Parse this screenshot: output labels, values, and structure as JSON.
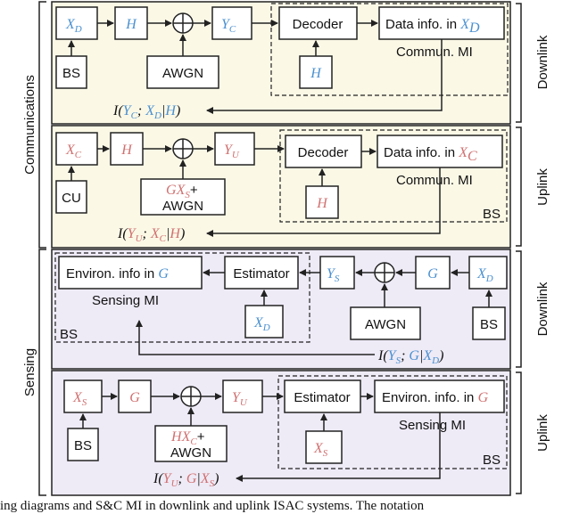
{
  "labels": {
    "communications": "Communications",
    "sensing": "Sensing",
    "downlink": "Downlink",
    "uplink": "Uplink",
    "bs": "BS",
    "cu": "CU",
    "awgn": "AWGN",
    "decoder": "Decoder",
    "estimator": "Estimator",
    "commun_mi": "Commun. MI",
    "sensing_mi": "Sensing MI",
    "data_info": "Data info. in ",
    "environ_info_1": "Environ. info in ",
    "environ_info_2": "Environ. info. in ",
    "plus": "+"
  },
  "symbols": {
    "XD": "X",
    "XD_sub": "D",
    "XC": "X",
    "XC_sub": "C",
    "XS": "X",
    "XS_sub": "S",
    "YC": "Y",
    "YC_sub": "C",
    "YU": "Y",
    "YU_sub": "U",
    "YS": "Y",
    "YS_sub": "S",
    "H": "H",
    "G": "G"
  },
  "formulas": {
    "comm_dl": "I(Y_C; X_D|H)",
    "comm_ul": "I(Y_U; X_C|H)",
    "sens_dl": "I(Y_S; G|X_D)",
    "sens_ul": "I(Y_U; G|X_S)"
  },
  "caption": "ing diagrams and S&C MI in downlink and uplink ISAC systems. The notation",
  "colors": {
    "comm_bg": "#fbf8e6",
    "sens_bg": "#eeeaf6",
    "blue": "#4a90d0",
    "red": "#d07070"
  }
}
